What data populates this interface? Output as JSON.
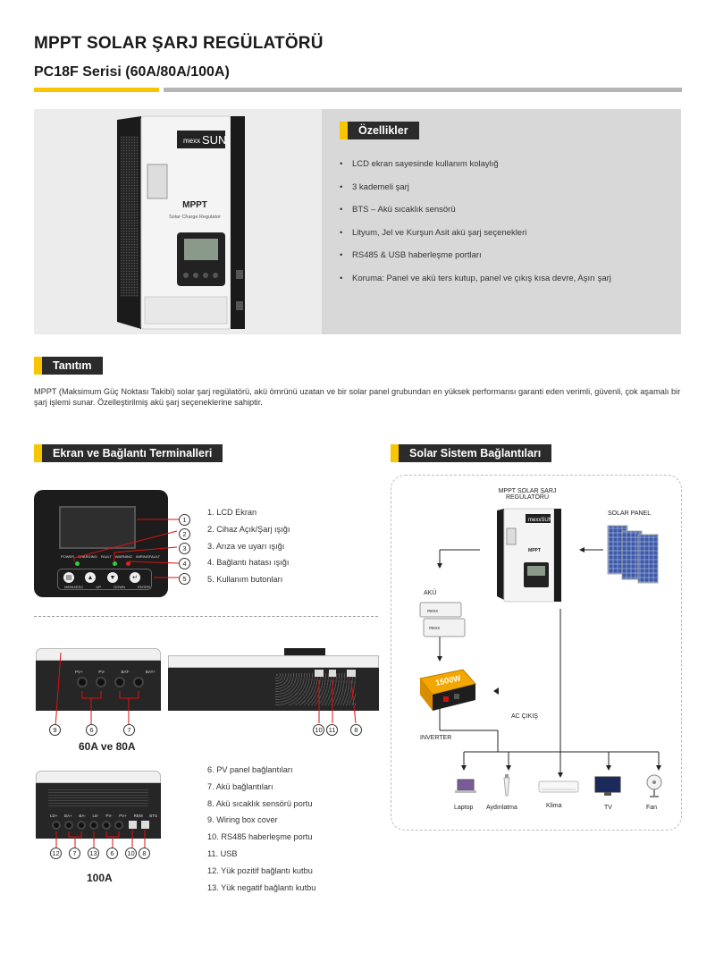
{
  "header": {
    "title": "MPPT SOLAR ŞARJ REGÜLATÖRÜ",
    "subtitle": "PC18F Serisi (60A/80A/100A)"
  },
  "product": {
    "brand": "mexxSUN",
    "model": "MPPT",
    "model_sub": "Solar Charge Regulator"
  },
  "features": {
    "heading": "Özellikler",
    "items": [
      "LCD ekran sayesinde kullanım kolaylığ",
      "3 kademeli şarj",
      "BTS – Akü sıcaklık sensörü",
      "Lityum, Jel ve Kurşun Asit akü şarj seçenekleri",
      "RS485 & USB haberleşme portları",
      "Koruma: Panel ve akü ters kutup, panel ve çıkış kısa devre, Aşırı şarj"
    ]
  },
  "intro": {
    "heading": "Tanıtım",
    "text": "MPPT (Maksimum Güç Noktası Takibi) solar şarj regülatörü, akü ömrünü uzatan ve bir solar panel grubundan en yüksek performansı garanti eden verimli, güvenli, çok aşamalı bir şarj işlemi sunar. Özelleştirilmiş akü şarj seçeneklerine sahiptir."
  },
  "terminals": {
    "heading": "Ekran ve Bağlantı Terminalleri",
    "display_labels": [
      "POWER",
      "CHARGING",
      "FAULT",
      "WARNING",
      "WIRINGFAULT"
    ],
    "button_labels": [
      "MENU/ESC",
      "UP",
      "DOWN",
      "ENTER"
    ],
    "list1": [
      "1.  LCD Ekran",
      "2.  Cihaz Açık/Şarj ışığı",
      "3.  Arıza ve uyarı ışığı",
      "4.  Bağlantı hatası ışığı",
      "5.  Kullanım butonları"
    ],
    "list2": [
      "6.  PV panel bağlantıları",
      "7.  Akü bağlantıları",
      "8.  Akü sıcaklık sensörü portu",
      "9.  Wiring box cover",
      "10. RS485 haberleşme portu",
      "11. USB",
      "12. Yük pozitif bağlantı kutbu",
      "13. Yük negatif bağlantı kutbu"
    ],
    "caption_6080": "60A ve 80A",
    "caption_100": "100A",
    "ports_6080": [
      "PV+",
      "PV-",
      "BAT-",
      "BAT+"
    ],
    "ports_100": [
      "LD+",
      "BA+",
      "BA-",
      "LD-",
      "PV-",
      "PV+",
      "REM",
      "BTS"
    ],
    "callouts": [
      "1",
      "2",
      "3",
      "4",
      "5",
      "6",
      "7",
      "8",
      "9",
      "10",
      "11",
      "12",
      "13"
    ]
  },
  "system": {
    "heading": "Solar Sistem Bağlantıları",
    "regulator_label": "MPPT SOLAR ŞARJ\nREGÜLATÖRÜ",
    "solar_panel": "SOLAR PANEL",
    "battery": "AKÜ",
    "inverter": "INVERTER",
    "inverter_badge": "1500W",
    "ac_out": "AC ÇIKIŞ",
    "loads": [
      "Laptop",
      "Aydınlatma",
      "Klima",
      "TV",
      "Fan"
    ]
  },
  "colors": {
    "accent_yellow": "#f7c600",
    "tag_dark": "#2b2b2b",
    "panel_grey": "#d8d8d8",
    "rule_grey": "#b5b5b5",
    "led_green": "#2bd23a",
    "led_red": "#e02020"
  }
}
